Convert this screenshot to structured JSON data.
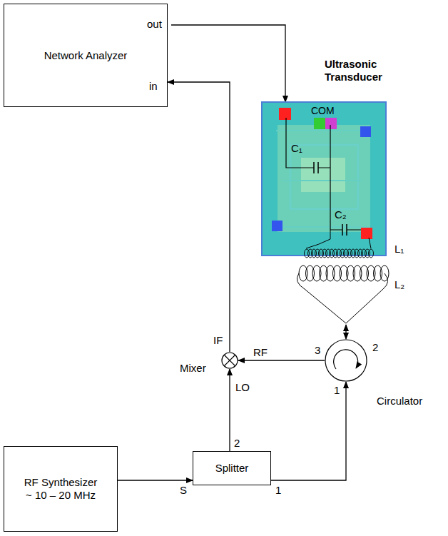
{
  "diagram": {
    "nodes": [
      {
        "text": [
          "Network Analyzer",
          "out",
          "in"
        ]
      },
      {
        "text": [
          "Ultrasonic Transducer"
        ]
      },
      {
        "text": [
          "Mixer"
        ]
      },
      {
        "text": [
          "Circulator"
        ]
      },
      {
        "text": [
          "RF Synthesizer ~ 10 – 20 MHz"
        ]
      },
      {
        "text": [
          "Splitter"
        ]
      }
    ],
    "edges": [
      {
        "from": 0,
        "to": 1,
        "arrow": "to"
      },
      {
        "from": 2,
        "to": 0,
        "arrow": "to"
      },
      {
        "from": 4,
        "to": 5,
        "arrow": "to"
      },
      {
        "from": 5,
        "to": 2,
        "arrow": "to"
      },
      {
        "from": 5,
        "to": 3,
        "arrow": "to"
      },
      {
        "from": 3,
        "to": 2,
        "arrow": "to"
      },
      {
        "from": 3,
        "to": 1,
        "arrow": "both"
      }
    ],
    "labels": [
      "COM",
      "C₁",
      "C₂",
      "L₁",
      "L₂",
      "IF",
      "RF",
      "LO",
      "3",
      "2",
      "1",
      "2",
      "1",
      "S"
    ]
  }
}
